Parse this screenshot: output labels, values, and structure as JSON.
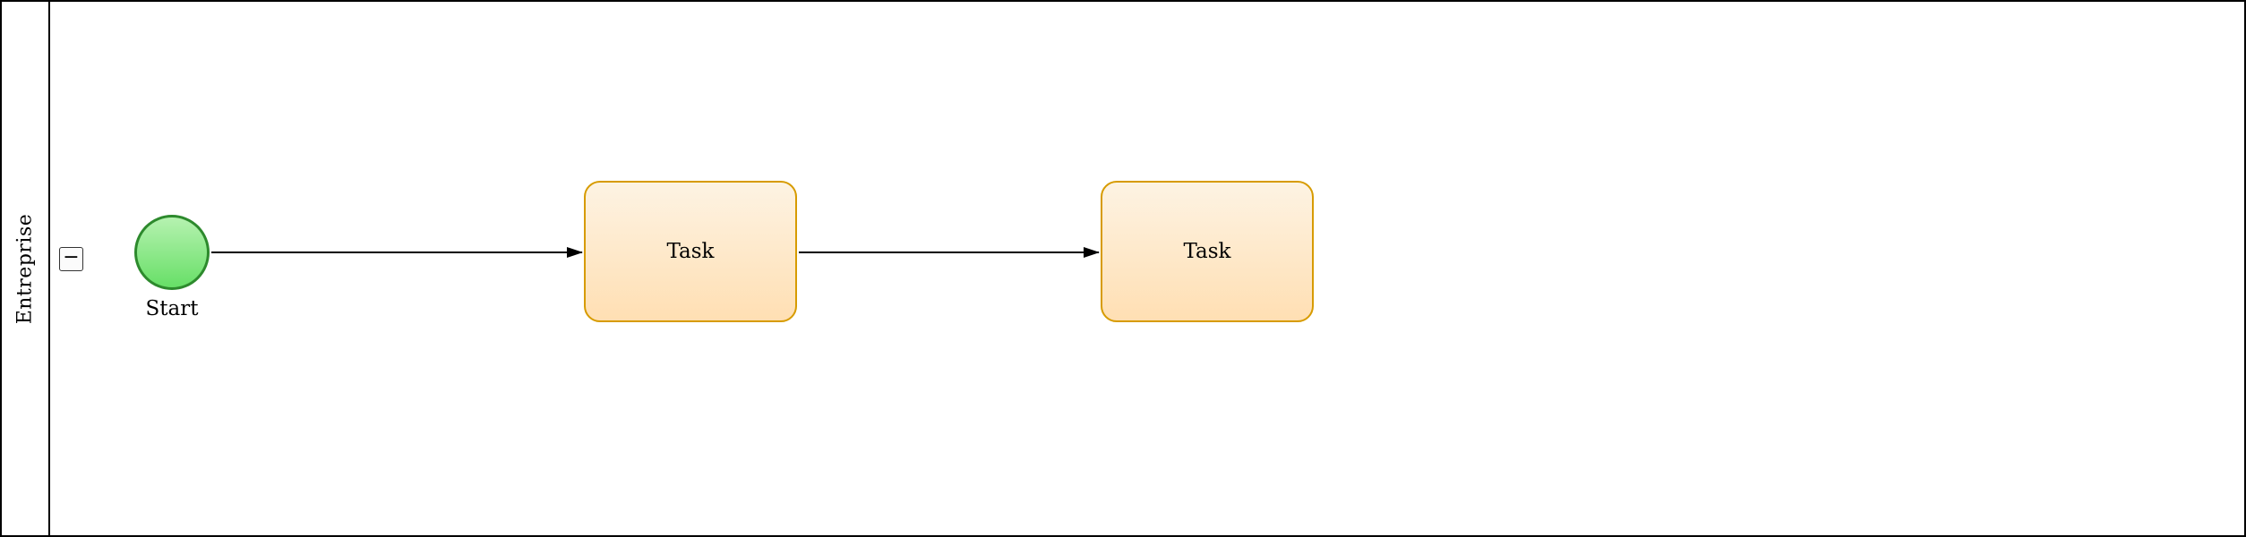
{
  "lane": {
    "label": "Entreprise",
    "collapse_glyph": "−"
  },
  "nodes": {
    "start": {
      "label": "Start",
      "shape": "circle"
    },
    "task1": {
      "label": "Task",
      "shape": "rounded-rectangle"
    },
    "task2": {
      "label": "Task",
      "shape": "rounded-rectangle"
    }
  },
  "flows": [
    {
      "from": "start",
      "to": "task1"
    },
    {
      "from": "task1",
      "to": "task2"
    }
  ],
  "colors": {
    "canvas_bg": "#ffffff",
    "pool_border": "#000000",
    "start_fill_top": "#b6f2b0",
    "start_fill_bottom": "#67df67",
    "start_stroke": "#2d8a2d",
    "task_fill_top": "#fdf3e3",
    "task_fill_bottom": "#ffdfb3",
    "task_stroke": "#d79b00",
    "flow_color": "#000000",
    "text_color": "#000000"
  }
}
